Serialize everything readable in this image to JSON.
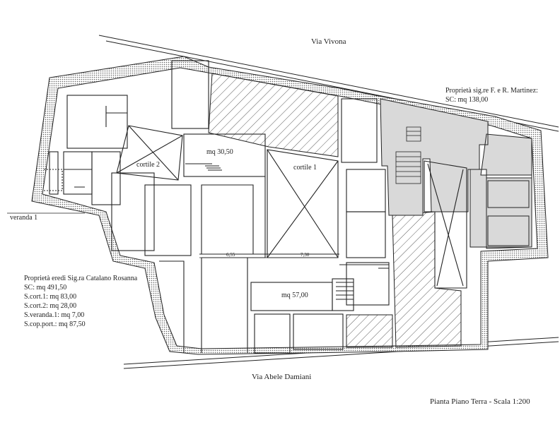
{
  "streets": {
    "north": "Via Vivona",
    "south": "Via Abele Damiani"
  },
  "martinez": {
    "owner": "Proprietà sig.re F. e R. Martinez:",
    "area": "SC: mq 138,00"
  },
  "catalano": {
    "owner": "Proprietà eredi Sig.ra Catalano Rosanna",
    "lines": [
      "SC: mq 491,50",
      "S.cort.1: mq 83,00",
      "S.cort.2: mq 28,00",
      "S.veranda.1: mq 7,00",
      "S.cop.port.: mq 87,50"
    ]
  },
  "rooms": {
    "cortile1": "cortile 1",
    "cortile2": "cortile 2",
    "mq30": "mq 30,50",
    "mq57": "mq 57,00",
    "veranda": "veranda 1"
  },
  "dimensions": {
    "d1": "6,55",
    "d2": "7,30"
  },
  "title": "Pianta Piano Terra - Scala 1:200",
  "colors": {
    "line": "#222222",
    "hatch": "#333333",
    "gray_fill": "#d9d9d9",
    "wall_fill": "#9a9a9a"
  }
}
